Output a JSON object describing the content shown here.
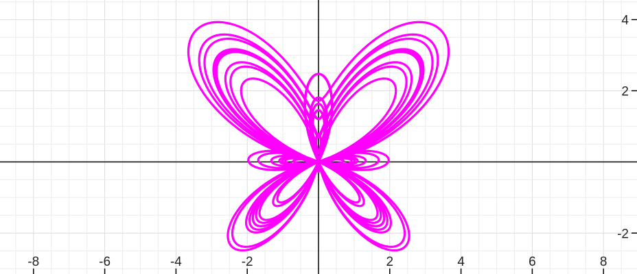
{
  "chart_data": {
    "type": "line",
    "title": "",
    "xlabel": "",
    "ylabel": "",
    "xlim": [
      -8.94,
      8.94
    ],
    "ylim": [
      -3.15,
      4.55
    ],
    "x_ticks": [
      -8,
      -6,
      -4,
      -2,
      2,
      4,
      6,
      8
    ],
    "x_tick_labels": [
      "-8",
      "-6",
      "-4",
      "-2",
      "2",
      "4",
      "6",
      "8"
    ],
    "y_ticks": [
      -2,
      2,
      4
    ],
    "y_tick_labels": [
      "-2",
      "2",
      "4"
    ],
    "grid": true,
    "legend": "none",
    "series": [
      {
        "curve": "polar butterfly curve",
        "r_equation": "r = e^{sin θ} − 2cos(4θ) + sin^5((2θ − π)/24)",
        "theta_range": [
          0,
          75.4
        ],
        "color": "#ff00ff"
      }
    ]
  }
}
